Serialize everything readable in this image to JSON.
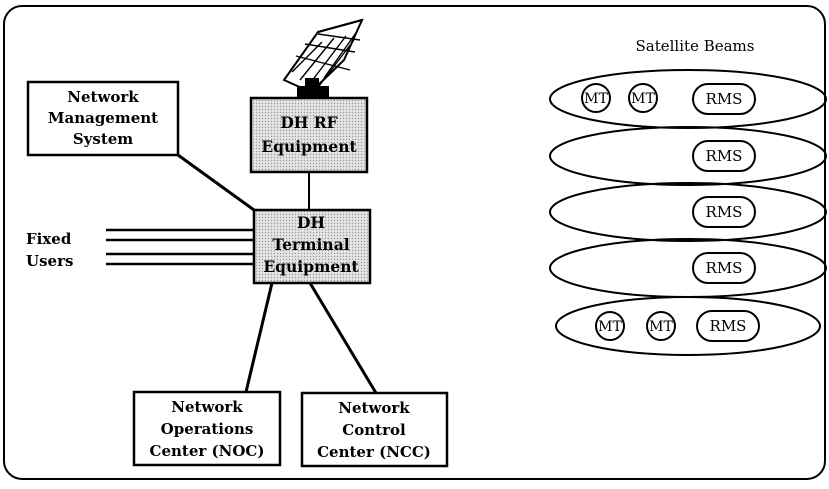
{
  "diagram": {
    "network_management": [
      "Network",
      "Management",
      "System"
    ],
    "dh_rf": [
      "DH RF",
      "Equipment"
    ],
    "dh_terminal": [
      "DH",
      "Terminal",
      "Equipment"
    ],
    "fixed_users": [
      "Fixed",
      "Users"
    ],
    "noc": [
      "Network",
      "Operations",
      "Center (NOC)"
    ],
    "ncc": [
      "Network",
      "Control",
      "Center (NCC)"
    ],
    "satellite_beams_title": "Satellite Beams",
    "mt_label": "MT",
    "rms_label": "RMS"
  },
  "colors": {
    "shaded_fill": "#d9d9d9",
    "stroke": "#000000"
  }
}
